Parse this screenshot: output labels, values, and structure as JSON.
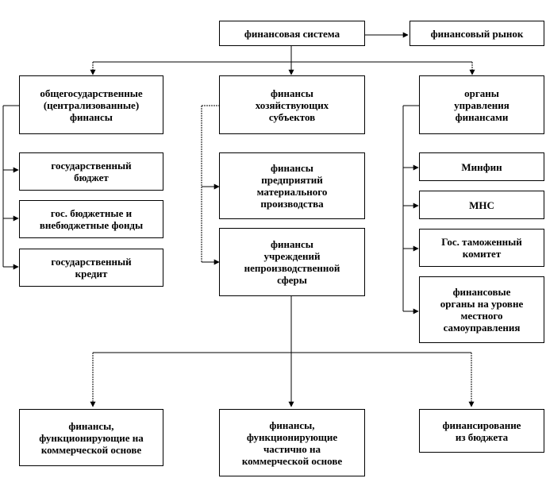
{
  "nodes": {
    "finsys": "финансовая система",
    "finmarket": "финансовый рынок",
    "general": "общегосударственные\n(централизованные)\nфинансы",
    "business": "финансы\nхозяйствующих\nсубъектов",
    "organs": "органы\nуправления\nфинансами",
    "budget": "государственный\nбюджет",
    "funds": "гос. бюджетные и\nвнебюджетные фонды",
    "credit": "государственный\nкредит",
    "enterprises": "финансы\nпредприятий\nматериального\nпроизводства",
    "institutions": "финансы\nучреждений\nнепроизводственной\nсферы",
    "minfin": "Минфин",
    "mns": "МНС",
    "customs": "Гос. таможенный\nкомитет",
    "local": "финансовые\nорганы на уровне\nместного\nсамоуправления",
    "commercial": "финансы,\nфункционирующие на\nкоммерческой основе",
    "partial": "финансы,\nфункционирующие\nчастично на\nкоммерческой основе",
    "budgetfunding": "финансирование\nиз бюджета"
  }
}
